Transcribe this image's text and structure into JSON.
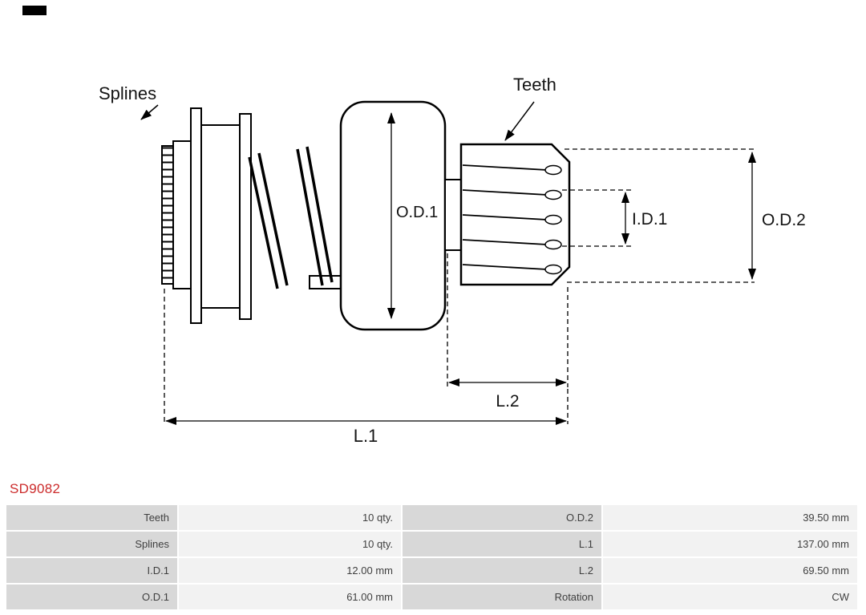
{
  "part_number": "SD9082",
  "diagram": {
    "labels": {
      "splines": "Splines",
      "teeth": "Teeth",
      "od1": "O.D.1",
      "id1": "I.D.1",
      "od2": "O.D.2",
      "l2": "L.2",
      "l1": "L.1"
    }
  },
  "spec_table": {
    "rows": [
      {
        "label1": "Teeth",
        "value1": "10 qty.",
        "label2": "O.D.2",
        "value2": "39.50 mm"
      },
      {
        "label1": "Splines",
        "value1": "10 qty.",
        "label2": "L.1",
        "value2": "137.00 mm"
      },
      {
        "label1": "I.D.1",
        "value1": "12.00 mm",
        "label2": "L.2",
        "value2": "69.50 mm"
      },
      {
        "label1": "O.D.1",
        "value1": "61.00 mm",
        "label2": "Rotation",
        "value2": "CW"
      }
    ]
  },
  "colors": {
    "part_number_red": "#cc2c2c",
    "label_cell_bg": "#d8d8d8",
    "value_cell_bg": "#f2f2f2",
    "line_color": "#000000"
  }
}
